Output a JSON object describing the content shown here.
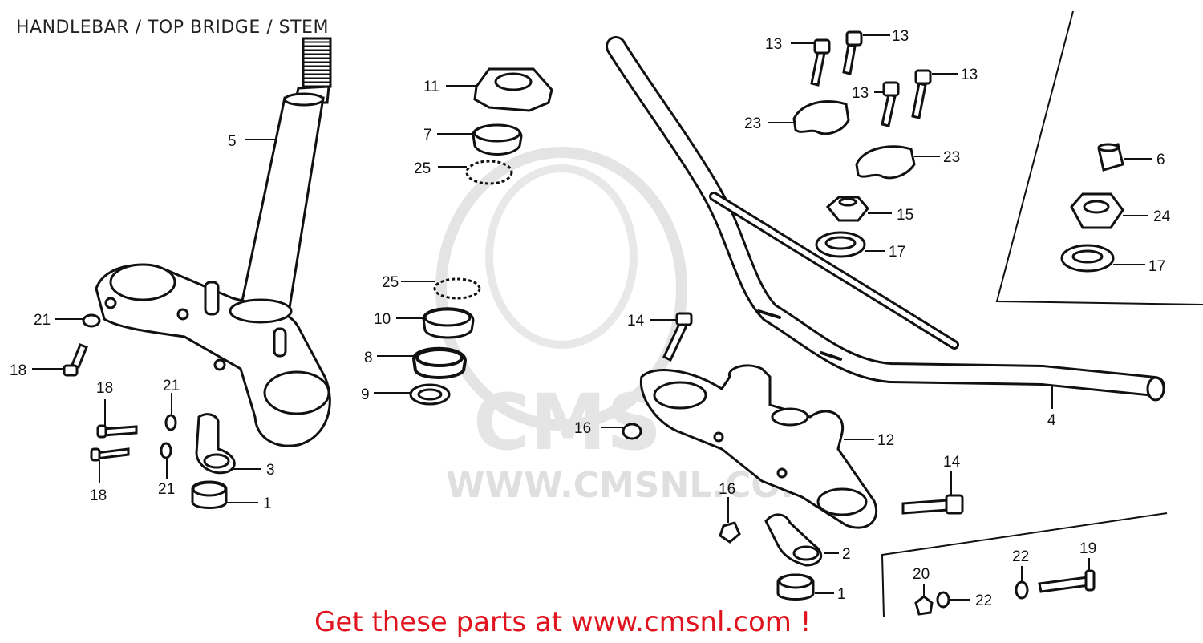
{
  "title": "HANDLEBAR / TOP BRIDGE / STEM",
  "footer": "Get these parts at www.cmsnl.com !",
  "watermark": {
    "logo": "CMS",
    "url": "WWW.CMSNL.COM"
  },
  "callouts": [
    "1",
    "1",
    "2",
    "3",
    "4",
    "5",
    "6",
    "7",
    "8",
    "9",
    "10",
    "11",
    "12",
    "13",
    "13",
    "13",
    "13",
    "14",
    "14",
    "15",
    "16",
    "16",
    "17",
    "17",
    "18",
    "18",
    "18",
    "19",
    "20",
    "21",
    "21",
    "21",
    "22",
    "22",
    "23",
    "23",
    "24",
    "25",
    "25"
  ],
  "colors": {
    "line": "#111111",
    "footer": "#e0141e",
    "watermark": "#dddddd"
  }
}
